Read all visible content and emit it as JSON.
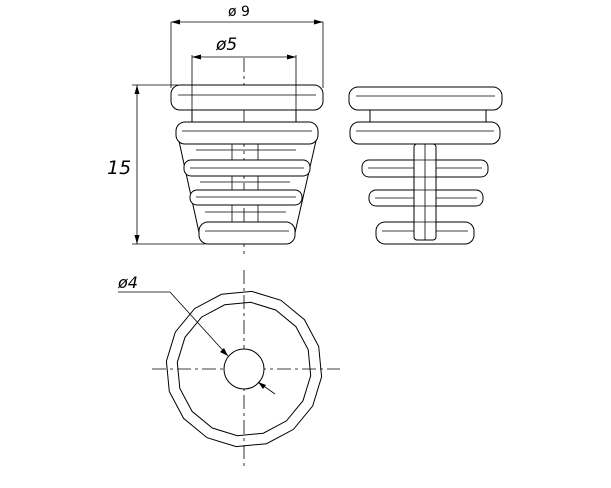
{
  "dimensions": {
    "outer_diameter": "ø 9",
    "inner_diameter": "ø5",
    "height": "15",
    "hole_diameter": "ø4"
  }
}
